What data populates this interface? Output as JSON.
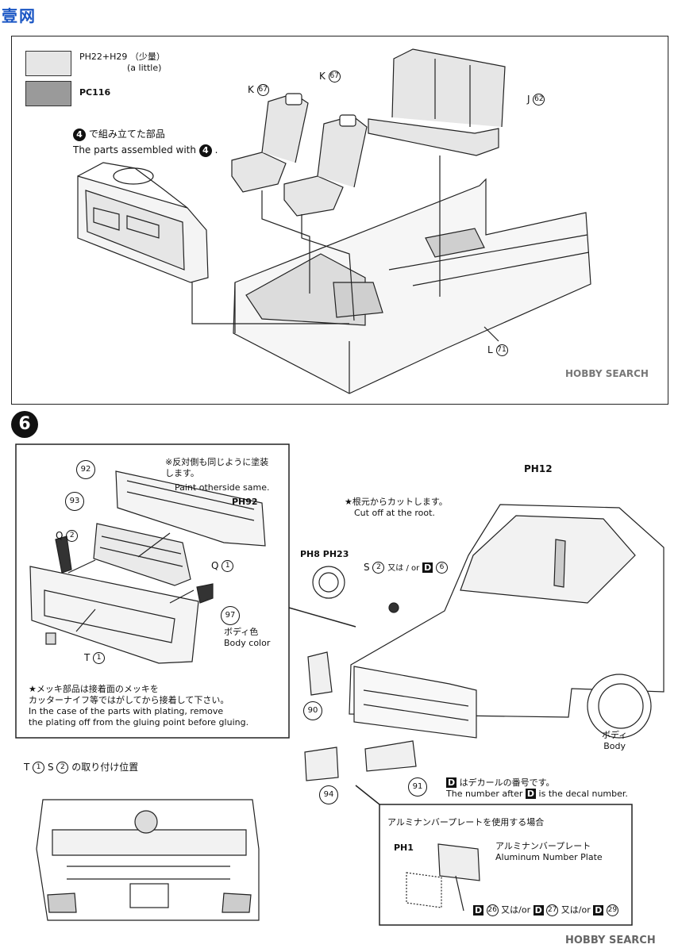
{
  "watermark_top": "壹网",
  "watermark_bottom": "HOBBY SEARCH",
  "legend": [
    {
      "code": "PH22+H29",
      "label_jp": "（少量）",
      "label_en": "(a little)",
      "swatch": "#e6e6e6"
    },
    {
      "code": "PC116",
      "swatch": "#9a9a9a"
    }
  ],
  "top_section": {
    "assembled_jp": "で組み立てた部品",
    "assembled_en": "The parts assembled with",
    "assembled_step": "4",
    "parts": [
      {
        "letter": "K",
        "num": "67"
      },
      {
        "letter": "K",
        "num": "67"
      },
      {
        "letter": "J",
        "num": "62"
      },
      {
        "letter": "L",
        "num": "71"
      }
    ]
  },
  "step6": {
    "number": "6",
    "paint_note_jp": "※反対側も同じように塗装します。",
    "paint_note_en": "Paint otherside same.",
    "paint_code": "PH92",
    "body_color_jp": "ボディ色",
    "body_color_en": "Body color",
    "plating_jp_1": "★メッキ部品は接着面のメッキを",
    "plating_jp_2": "カッターナイフ等ではがしてから接着して下さい。",
    "plating_en_1": "In the case of the parts with plating, remove",
    "plating_en_2": "the plating off from the gluing point before gluing.",
    "cut_jp": "★根元からカットします。",
    "cut_en": "Cut off at the root.",
    "ph12": "PH12",
    "wheel_codes": [
      "PH8",
      "PH23"
    ],
    "s2_or": "又は",
    "s2_or_en": "or",
    "decal_6": "6",
    "body_jp": "ボディ",
    "body_en": "Body",
    "decal_note_jp": "はデカールの番号です。",
    "decal_note_en": "The number after",
    "decal_note_en2": "is the decal number.",
    "attach_pos_jp": "の取り付け位置",
    "alum_title": "アルミナンバープレートを使用する場合",
    "alum_jp": "アルミナンバープレート",
    "alum_en": "Aluminum Number Plate",
    "alum_code": "PH1",
    "decal_options": [
      "26",
      "27",
      "29"
    ],
    "part_numbers": {
      "p92": "92",
      "p93": "93",
      "p97": "97",
      "p90": "90",
      "p91": "91",
      "p94": "94"
    },
    "q2": "2",
    "q1": "1",
    "t1": "1",
    "s2": "2"
  }
}
